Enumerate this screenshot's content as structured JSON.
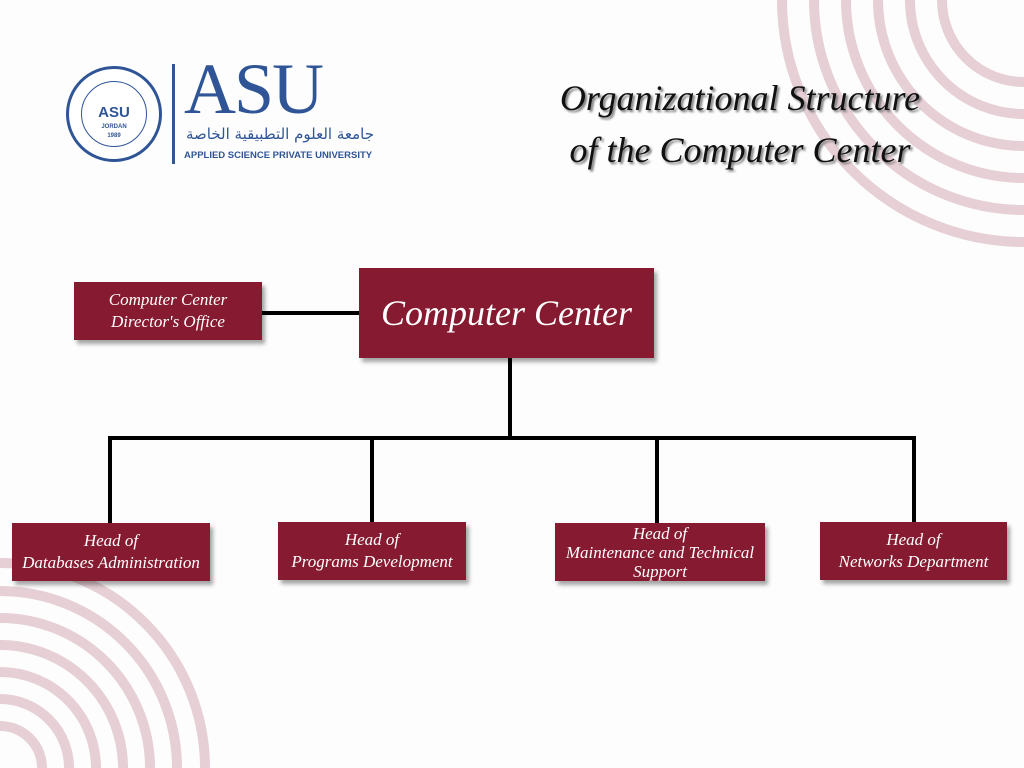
{
  "logo": {
    "seal_abbr": "ASU",
    "seal_country": "JORDAN",
    "seal_year": "1989",
    "wordmark": "ASU",
    "arabic_name": "جامعة العلوم التطبيقية الخاصة",
    "university_name": "APPLIED SCIENCE PRIVATE UNIVERSITY"
  },
  "title": {
    "line1": "Organizational Structure",
    "line2": "of the Computer Center"
  },
  "chart": {
    "root": "Computer Center",
    "director_office": {
      "line1": "Computer Center",
      "line2": "Director's Office"
    },
    "heads": [
      {
        "line1": "Head of",
        "line2": "Databases Administration"
      },
      {
        "line1": "Head of",
        "line2": "Programs Development"
      },
      {
        "line1": "Head of",
        "line2": "Maintenance and Technical Support"
      },
      {
        "line1": "Head of",
        "line2": "Networks Department"
      }
    ]
  },
  "colors": {
    "box": "#861a30",
    "logo": "#2f5597",
    "arcs": "#e6cdd3"
  }
}
